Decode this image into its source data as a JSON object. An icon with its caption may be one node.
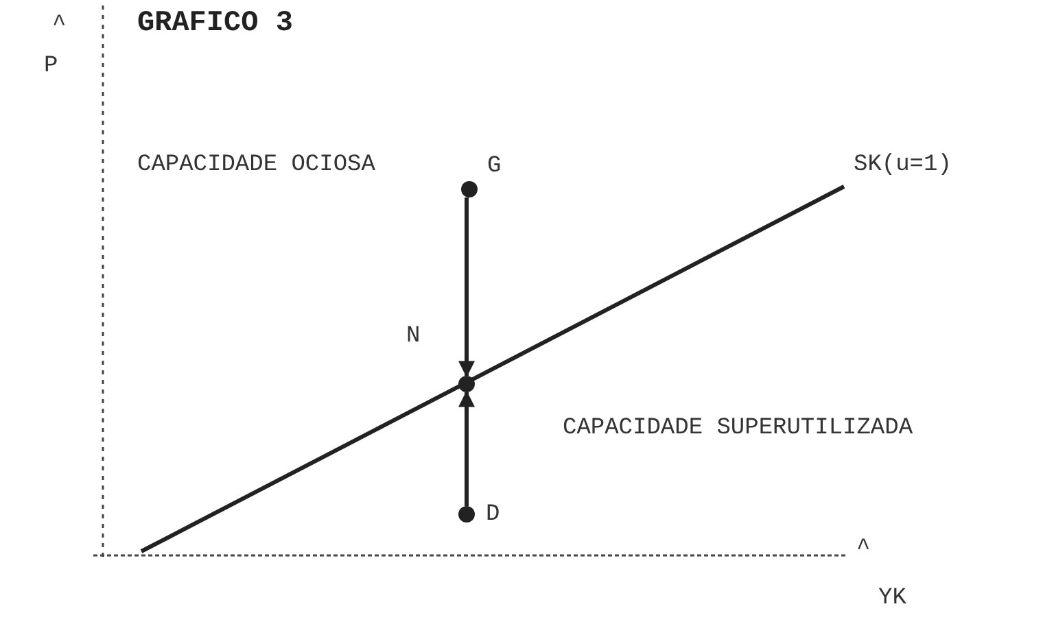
{
  "diagram": {
    "title": "GRAFICO 3",
    "nodes": [
      {
        "text": [],
        "shape": "circle",
        "beside": [
          "G"
        ]
      },
      {
        "text": [],
        "shape": "circle",
        "beside": [
          "N"
        ]
      },
      {
        "text": [],
        "shape": "circle",
        "beside": [
          "D"
        ]
      }
    ],
    "edges": [
      {
        "from": 0,
        "to": 1,
        "arrow": "to"
      },
      {
        "from": 2,
        "to": 1,
        "arrow": "to"
      }
    ],
    "labels": [
      "^",
      "P",
      "CAPACIDADE OCIOSA",
      "SK(u=1)",
      "CAPACIDADE SUPERUTILIZADA",
      "^",
      "YK"
    ]
  }
}
